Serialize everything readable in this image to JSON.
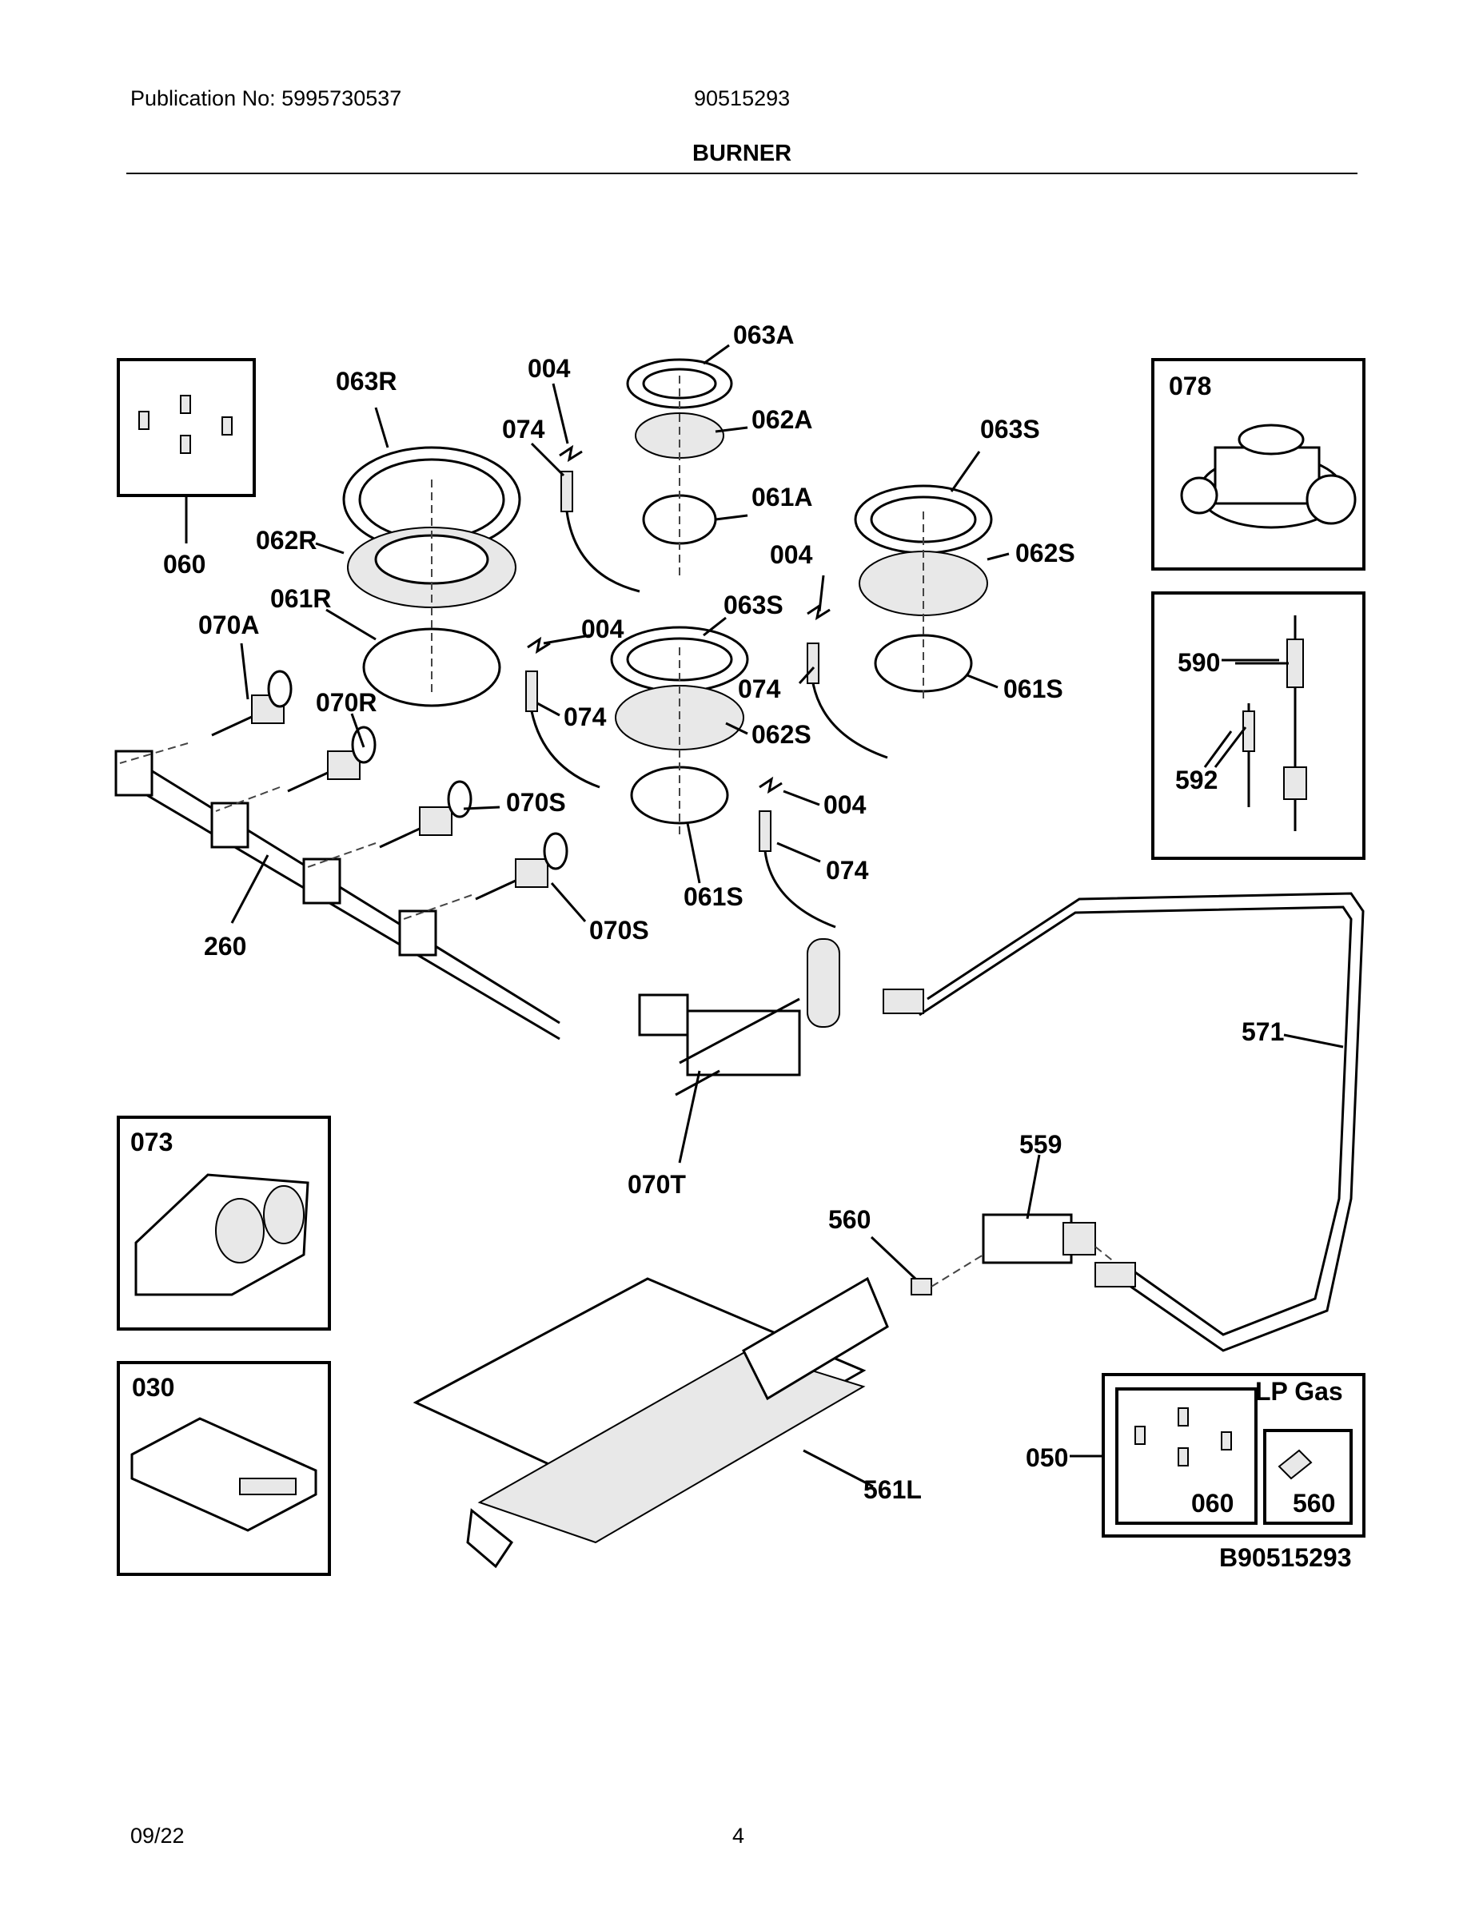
{
  "header": {
    "publication": "Publication No: 5995730537",
    "model": "90515293",
    "section": "BURNER"
  },
  "footer": {
    "date": "09/22",
    "page": "4"
  },
  "diagram_code": "B90515293",
  "callouts": {
    "c063A": "063A",
    "c004a": "004",
    "c063R": "063R",
    "c074a": "074",
    "c062A": "062A",
    "c063Sa": "063S",
    "c061A": "061A",
    "c062R": "062R",
    "c004b": "004",
    "c062Sa": "062S",
    "c060": "060",
    "c061R": "061R",
    "c063Sb": "063S",
    "c070A": "070A",
    "c004c": "004",
    "c590": "590",
    "c074b": "074",
    "c061Sa": "061S",
    "c070R": "070R",
    "c074c": "074",
    "c062Sb": "062S",
    "c592": "592",
    "c070Sa": "070S",
    "c004d": "004",
    "c074d": "074",
    "c061Sb": "061S",
    "c070Sb": "070S",
    "c260": "260",
    "c571": "571",
    "c073": "073",
    "c559": "559",
    "c070T": "070T",
    "c560": "560",
    "c030": "030",
    "c561L": "561L",
    "c050": "050",
    "c078": "078",
    "lp_gas": "LP Gas",
    "lp_060": "060",
    "lp_560": "560"
  }
}
